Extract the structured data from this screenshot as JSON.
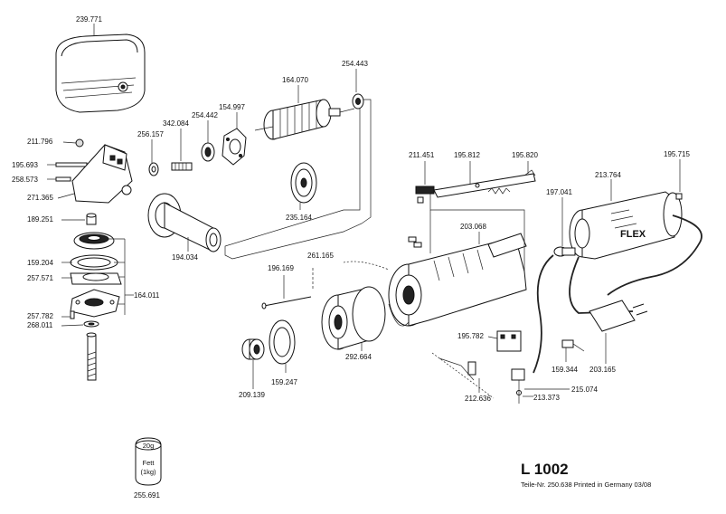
{
  "title": "L 1002",
  "subtitle": "Teile-Nr. 250.638 Printed in Germany 03/08",
  "brand": "FLEX",
  "grease": {
    "top": "20g",
    "line1": "Fett",
    "line2": "(1kg)",
    "part": "255.691"
  },
  "parts": {
    "p239771": "239.771",
    "p211796": "211.796",
    "p195693": "195.693",
    "p258573": "258.573",
    "p271365": "271.365",
    "p189251": "189.251",
    "p159204": "159.204",
    "p257571": "257.571",
    "p164011": "164.011",
    "p257782": "257.782",
    "p268011": "268.011",
    "p256157": "256.157",
    "p342084": "342.084",
    "p254442": "254.442",
    "p154997": "154.997",
    "p164070": "164.070",
    "p254443": "254.443",
    "p235164": "235.164",
    "p194034": "194.034",
    "p211451": "211.451",
    "p195812": "195.812",
    "p195820": "195.820",
    "p203068": "203.068",
    "p213764": "213.764",
    "p195715": "195.715",
    "p197041": "197.041",
    "p261165": "261.165",
    "p196169": "196.169",
    "p292664": "292.664",
    "p159247": "159.247",
    "p209139": "209.139",
    "p195782": "195.782",
    "p159344": "159.344",
    "p203165": "203.165",
    "p212636": "212.636",
    "p215074": "215.074",
    "p213373": "213.373"
  }
}
